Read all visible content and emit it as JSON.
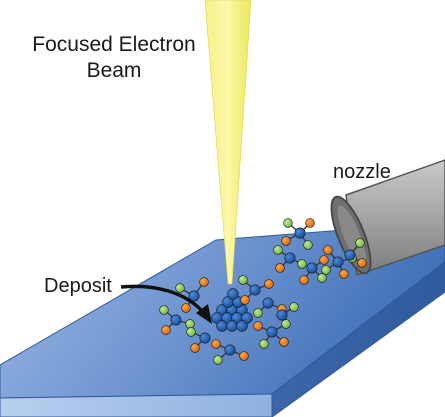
{
  "labels": {
    "beam_line1": "Focused Electron",
    "beam_line2": "Beam",
    "nozzle": "nozzle",
    "deposit": "Deposit"
  },
  "colors": {
    "beam": "#f3ef6a",
    "substrate_top": "#5b85c5",
    "substrate_front": "#9fbde6",
    "nozzle": "#9d9d9d",
    "atom_blue": "#1f5fb4",
    "atom_orange": "#ef7f17",
    "atom_green": "#8fcf5a"
  }
}
